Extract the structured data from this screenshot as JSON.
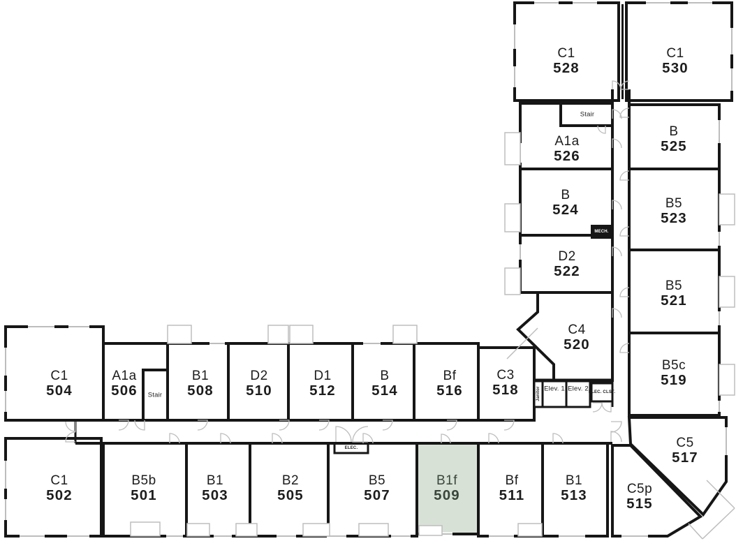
{
  "colors": {
    "wall": "#161616",
    "decor": "#bdbdbd",
    "text": "#1d1d1d",
    "highlight_bg": "#d8e1d6",
    "highlight_text": "#3a463c"
  },
  "selected_unit": {
    "type": "B1f",
    "number": "509"
  },
  "rooms": [
    {
      "type": "C1",
      "number": "528",
      "highlighted": false
    },
    {
      "type": "C1",
      "number": "530",
      "highlighted": false
    },
    {
      "type": "A1a",
      "number": "526",
      "highlighted": false
    },
    {
      "type": "B",
      "number": "525",
      "highlighted": false
    },
    {
      "type": "B",
      "number": "524",
      "highlighted": false
    },
    {
      "type": "B5",
      "number": "523",
      "highlighted": false
    },
    {
      "type": "D2",
      "number": "522",
      "highlighted": false
    },
    {
      "type": "B5",
      "number": "521",
      "highlighted": false
    },
    {
      "type": "C4",
      "number": "520",
      "highlighted": false
    },
    {
      "type": "B5c",
      "number": "519",
      "highlighted": false
    },
    {
      "type": "C3",
      "number": "518",
      "highlighted": false
    },
    {
      "type": "C5",
      "number": "517",
      "highlighted": false
    },
    {
      "type": "C1",
      "number": "504",
      "highlighted": false
    },
    {
      "type": "A1a",
      "number": "506",
      "highlighted": false
    },
    {
      "type": "B1",
      "number": "508",
      "highlighted": false
    },
    {
      "type": "D2",
      "number": "510",
      "highlighted": false
    },
    {
      "type": "D1",
      "number": "512",
      "highlighted": false
    },
    {
      "type": "B",
      "number": "514",
      "highlighted": false
    },
    {
      "type": "Bf",
      "number": "516",
      "highlighted": false
    },
    {
      "type": "C1",
      "number": "502",
      "highlighted": false
    },
    {
      "type": "B5b",
      "number": "501",
      "highlighted": false
    },
    {
      "type": "B1",
      "number": "503",
      "highlighted": false
    },
    {
      "type": "B2",
      "number": "505",
      "highlighted": false
    },
    {
      "type": "B5",
      "number": "507",
      "highlighted": false
    },
    {
      "type": "B1f",
      "number": "509",
      "highlighted": true
    },
    {
      "type": "Bf",
      "number": "511",
      "highlighted": false
    },
    {
      "type": "B1",
      "number": "513",
      "highlighted": false
    },
    {
      "type": "C5p",
      "number": "515",
      "highlighted": false
    }
  ],
  "labels": {
    "stair_top": "Stair",
    "stair_bottom": "Stair",
    "mech": "MECH.",
    "elevator_1": "Elev. 1",
    "elevator_2": "Elev. 2",
    "elec_closet": "ELEC. CLST.",
    "janitor": "Janitor",
    "elec": "ELEC."
  }
}
